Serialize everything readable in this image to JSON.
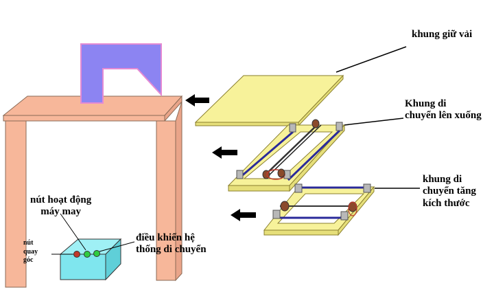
{
  "labels": {
    "khung_giu_vai": "khung giữ vải",
    "khung_di_chuyen_len_xuong_line1": "Khung di",
    "khung_di_chuyen_len_xuong_line2": "chuyển lên xuống",
    "khung_tang_kich_thuoc_line1": "khung di",
    "khung_tang_kich_thuoc_line2": "chuyển tăng",
    "khung_tang_kich_thuoc_line3": "kích thước",
    "nut_hoat_dong_line1": "nút hoạt động",
    "nut_hoat_dong_line2": "máy may",
    "dieu_khien_line1": "điều khiển hệ",
    "dieu_khien_line2": "thống di chuyển",
    "nut_quay_goc_line1": "nút",
    "nut_quay_goc_line2": "quay",
    "nut_quay_goc_line3": "góc"
  },
  "colors": {
    "table": "#F7B79A",
    "table_outline": "#8A6A55",
    "sewing_machine": "#8C84F2",
    "sewing_machine_border": "#E58BD3",
    "frame_yellow": "#F7F29A",
    "frame_outline": "#8A7F2E",
    "rail_blue": "#2A2A9A",
    "control_box": "#7FE6EE",
    "button_red": "#C0392B",
    "button_green": "#2ECC40",
    "arrow": "#000000"
  },
  "icons": [
    "left-arrow-icon",
    "left-arrow-icon",
    "left-arrow-icon"
  ]
}
